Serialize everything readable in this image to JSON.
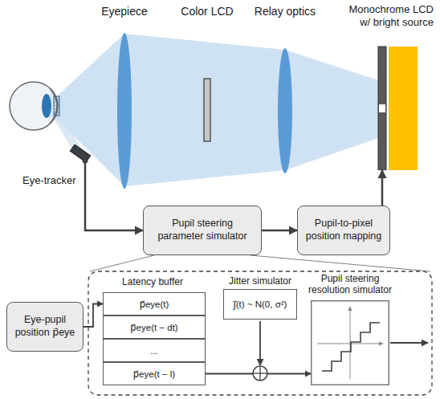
{
  "diagram": {
    "nodes": [
      {
        "text": [
          "Eye-tracker"
        ]
      },
      {
        "text": [
          "Pupil steering parameter simulator"
        ]
      },
      {
        "text": [
          "Pupil-to-pixel position mapping"
        ]
      },
      {
        "text": [
          "Monochrome LCD w/ bright source"
        ]
      },
      {
        "text": [
          "Eye-pupil position p⃗eye"
        ]
      },
      {
        "text": [
          "Latency buffer"
        ]
      },
      {
        "text": [
          "p⃗eye(t)"
        ],
        "in": 5
      },
      {
        "text": [
          "p⃗eye(t − dt)"
        ],
        "in": 5
      },
      {
        "text": [
          "..."
        ],
        "in": 5
      },
      {
        "text": [
          "p⃗eye(t − l)"
        ],
        "in": 5
      },
      {
        "text": [
          "Jitter simulator",
          "j⃗(t) ~ N(0, σ²)"
        ]
      },
      {
        "text": [
          "Pupil steering resolution simulator"
        ]
      }
    ],
    "edges": [
      {
        "from": 0,
        "to": 1,
        "arrow": "to"
      },
      {
        "from": 1,
        "to": 2,
        "arrow": "to"
      },
      {
        "from": 2,
        "to": 3,
        "arrow": "to"
      },
      {
        "from": 4,
        "to": 6,
        "arrow": "to"
      },
      {
        "from": 9,
        "to": 11,
        "arrow": "to"
      }
    ],
    "labels": [
      "Eyepiece",
      "Color LCD",
      "Relay optics"
    ]
  }
}
